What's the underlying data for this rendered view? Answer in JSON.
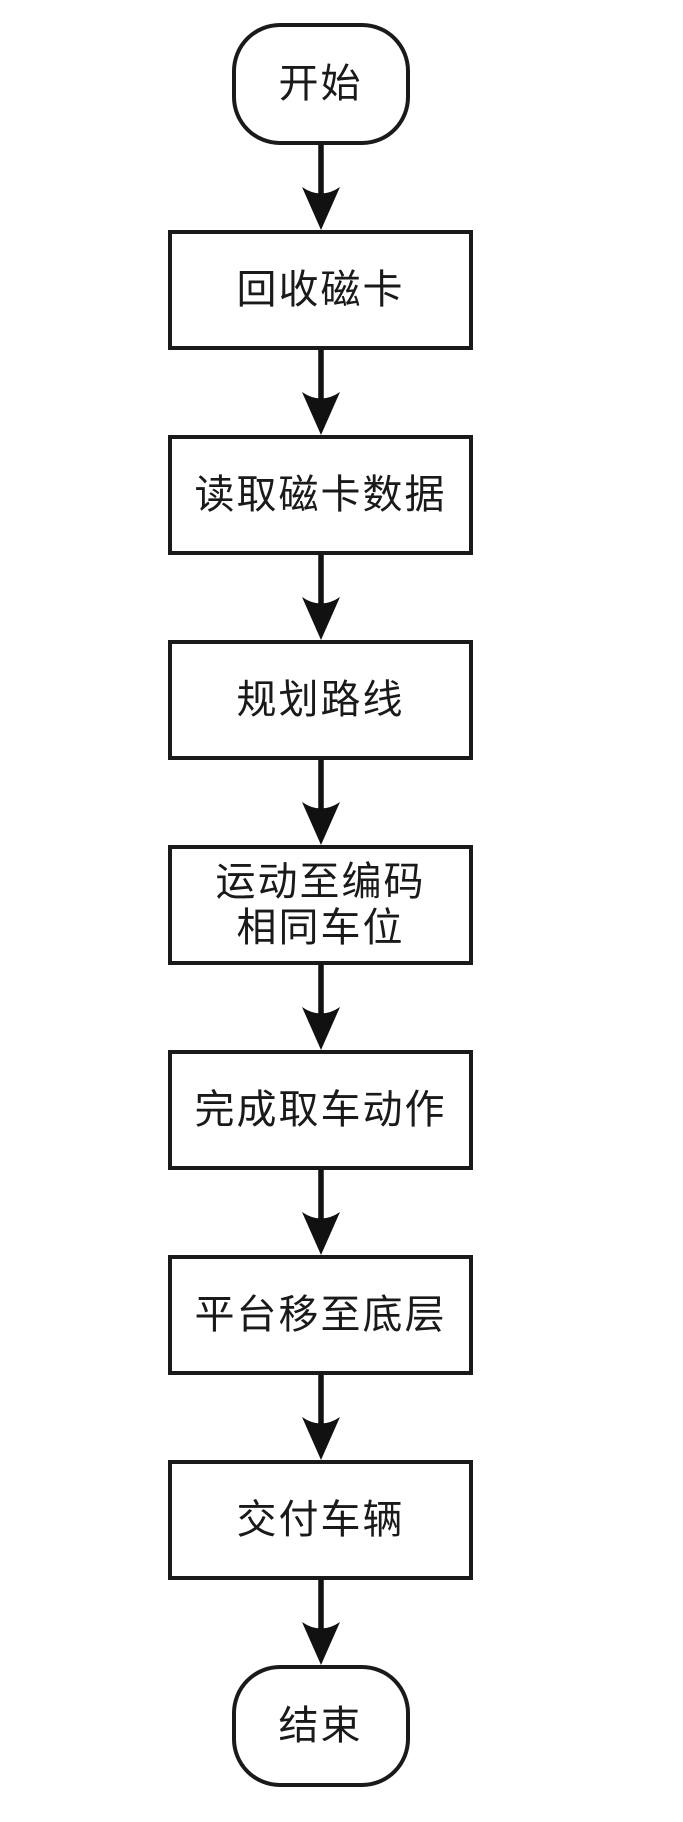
{
  "flowchart": {
    "description": "vertical-flowchart",
    "colors": {
      "stroke": "#1a1a1a",
      "fill": "#ffffff",
      "text": "#1a1a1a"
    },
    "nodes": [
      {
        "id": "start",
        "type": "terminator",
        "label": "开始"
      },
      {
        "id": "collect-card",
        "type": "process",
        "label": "回收磁卡"
      },
      {
        "id": "read-card-data",
        "type": "process",
        "label": "读取磁卡数据"
      },
      {
        "id": "plan-route",
        "type": "process",
        "label": "规划路线"
      },
      {
        "id": "move-to-space",
        "type": "process",
        "label": "运动至编码\n相同车位"
      },
      {
        "id": "complete-retrieval",
        "type": "process",
        "label": "完成取车动作"
      },
      {
        "id": "platform-to-bottom",
        "type": "process",
        "label": "平台移至底层"
      },
      {
        "id": "deliver-vehicle",
        "type": "process",
        "label": "交付车辆"
      },
      {
        "id": "end",
        "type": "terminator",
        "label": "结束"
      }
    ],
    "edges": [
      {
        "from": "start",
        "to": "collect-card"
      },
      {
        "from": "collect-card",
        "to": "read-card-data"
      },
      {
        "from": "read-card-data",
        "to": "plan-route"
      },
      {
        "from": "plan-route",
        "to": "move-to-space"
      },
      {
        "from": "move-to-space",
        "to": "complete-retrieval"
      },
      {
        "from": "complete-retrieval",
        "to": "platform-to-bottom"
      },
      {
        "from": "platform-to-bottom",
        "to": "deliver-vehicle"
      },
      {
        "from": "deliver-vehicle",
        "to": "end"
      }
    ]
  }
}
